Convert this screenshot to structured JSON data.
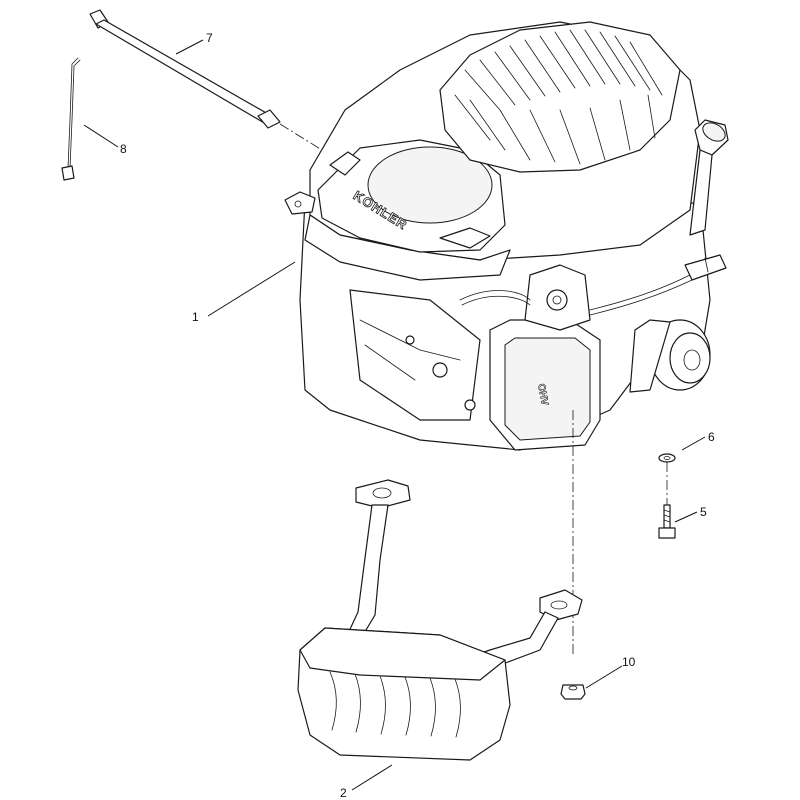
{
  "callouts": [
    {
      "id": "1",
      "label": "1"
    },
    {
      "id": "2",
      "label": "2"
    },
    {
      "id": "5",
      "label": "5"
    },
    {
      "id": "6",
      "label": "6"
    },
    {
      "id": "7",
      "label": "7"
    },
    {
      "id": "8",
      "label": "8"
    },
    {
      "id": "10",
      "label": "10"
    }
  ],
  "engine": {
    "brand_logo": "KOHLER",
    "valve_cover_logo": "OHV"
  }
}
